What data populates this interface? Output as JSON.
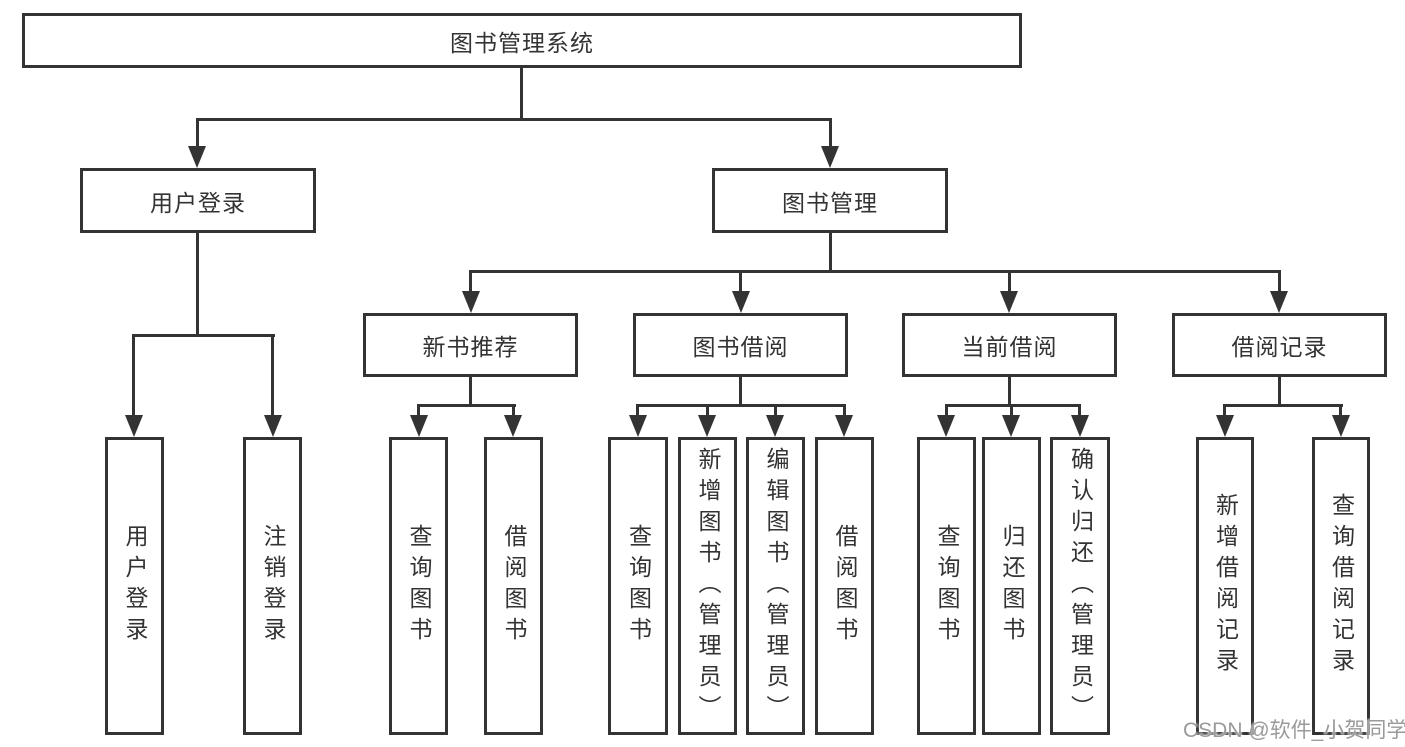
{
  "diagram_type": "hierarchy-tree",
  "tree": {
    "label": "图书管理系统",
    "children": [
      {
        "label": "用户登录",
        "children": [
          {
            "label": "用户登录"
          },
          {
            "label": "注销登录"
          }
        ]
      },
      {
        "label": "图书管理",
        "children": [
          {
            "label": "新书推荐",
            "children": [
              {
                "label": "查询图书"
              },
              {
                "label": "借阅图书"
              }
            ]
          },
          {
            "label": "图书借阅",
            "children": [
              {
                "label": "查询图书"
              },
              {
                "label": "新增图书（管理员）"
              },
              {
                "label": "编辑图书（管理员）"
              },
              {
                "label": "借阅图书"
              }
            ]
          },
          {
            "label": "当前借阅",
            "children": [
              {
                "label": "查询图书"
              },
              {
                "label": "归还图书"
              },
              {
                "label": "确认归还（管理员）"
              }
            ]
          },
          {
            "label": "借阅记录",
            "children": [
              {
                "label": "新增借阅记录"
              },
              {
                "label": "查询借阅记录"
              }
            ]
          }
        ]
      }
    ]
  },
  "watermark": {
    "text": "CSDN @软件_小贺同学"
  },
  "colors": {
    "line": "#333333",
    "text": "#333333",
    "watermark": "#9a9a9a",
    "background": "#ffffff",
    "box_background": "#ffffff"
  }
}
